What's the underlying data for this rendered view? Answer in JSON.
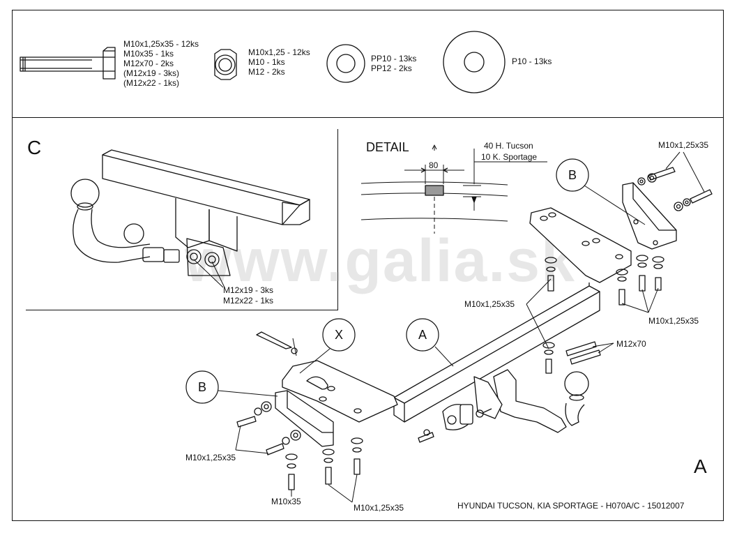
{
  "parts_list": {
    "bolt": [
      "M10x1,25x35 - 12ks",
      "M10x35 - 1ks",
      "M12x70 - 2ks",
      "(M12x19 - 3ks)",
      "(M12x22 - 1ks)"
    ],
    "nut": [
      "M10x1,25 - 12ks",
      "M10 - 1ks",
      "M12 - 2ks"
    ],
    "washer_small": [
      "PP10 - 13ks",
      "PP12 - 2ks"
    ],
    "washer_large": "P10 - 13ks"
  },
  "detail_c": {
    "letter": "C",
    "labels": [
      "M12x19 - 3ks",
      "M12x22 - 1ks"
    ]
  },
  "detail": {
    "title": "DETAIL",
    "dimension": "80",
    "note": [
      "40 H. Tucson",
      "10 K. Sportage"
    ]
  },
  "callouts": {
    "b_top": "B",
    "b_left": "B",
    "x": "X",
    "a": "A"
  },
  "labels": {
    "top_right_bolt": "M10x1,25x35",
    "mid_bolt": "M10x1,25x35",
    "right_bolts": "M10x1,25x35",
    "m12x70": "M12x70",
    "left_bolts": "M10x1,25x35",
    "bottom_m10x35": "M10x35",
    "bottom_bolts": "M10x1,25x35"
  },
  "watermark": "www.galia.sk",
  "view_letter": "A",
  "footer": "HYUNDAI TUCSON, KIA SPORTAGE  - H070A/C - 15012007"
}
